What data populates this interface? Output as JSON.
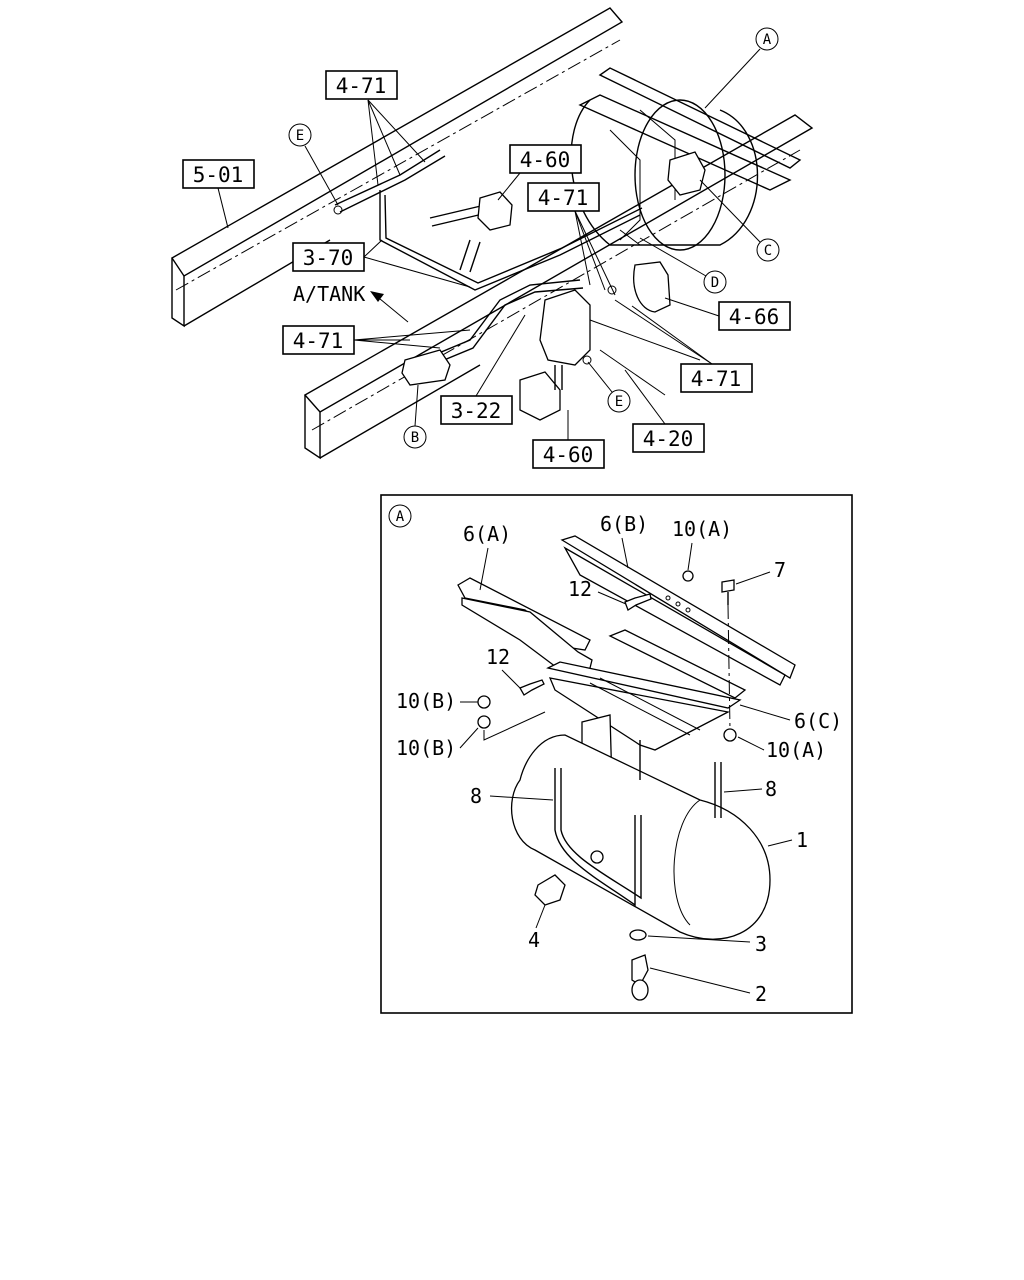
{
  "top_view": {
    "circle_labels": [
      "A",
      "E",
      "C",
      "D",
      "B",
      "E"
    ],
    "boxed_labels": [
      "4-71",
      "5-01",
      "4-60",
      "4-71",
      "3-70",
      "4-71",
      "4-66",
      "4-71",
      "3-22",
      "4-20",
      "4-60"
    ],
    "arrow_text": "A/TANK"
  },
  "detail_view": {
    "title_circle": "A",
    "callouts": [
      "6(A)",
      "6(B)",
      "10(A)",
      "7",
      "12",
      "12",
      "10(B)",
      "10(B)",
      "6(C)",
      "10(A)",
      "8",
      "8",
      "1",
      "4",
      "3",
      "2"
    ]
  }
}
